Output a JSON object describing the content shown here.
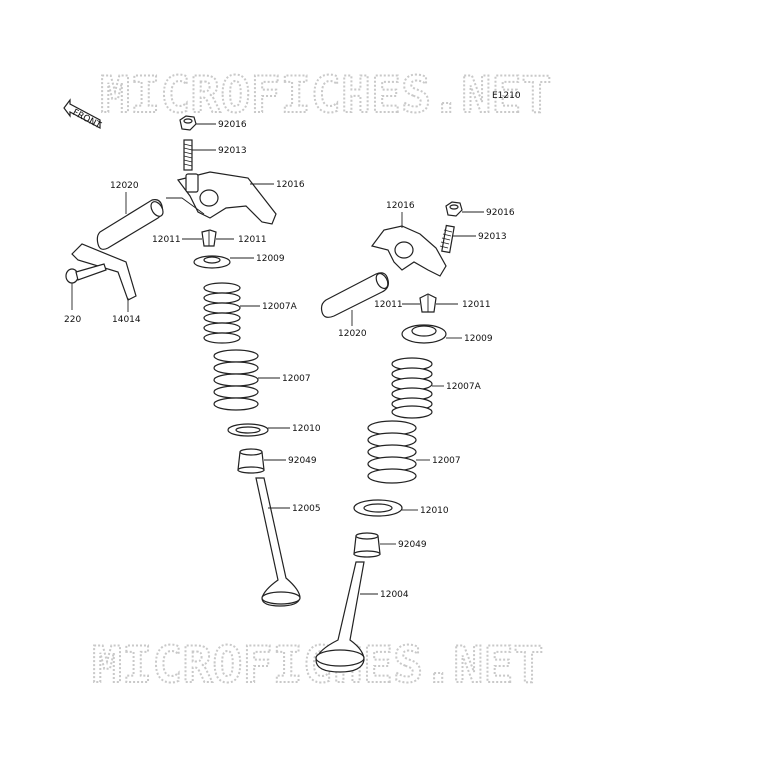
{
  "diagram": {
    "watermark_top": "MICROFICHES.NET",
    "watermark_bottom": "MICROFICHES.NET",
    "figure_code": "E1210",
    "front_badge": "FRONT",
    "left_assembly": {
      "nut": "92016",
      "stud": "92013",
      "rocker_arm": "12016",
      "rocker_shaft": "12020",
      "collet_left": "12011",
      "collet_right": "12011",
      "retainer": "12009",
      "inner_spring": "12007A",
      "outer_spring": "12007",
      "seat": "12010",
      "stem_seal": "92049",
      "valve": "12005",
      "bracket": "14014",
      "bolt": "220"
    },
    "right_assembly": {
      "rocker_arm": "12016",
      "nut": "92016",
      "stud": "92013",
      "collet_left": "12011",
      "collet_right": "12011",
      "rocker_shaft": "12020",
      "retainer": "12009",
      "inner_spring": "12007A",
      "outer_spring": "12007",
      "seat": "12010",
      "stem_seal": "92049",
      "valve": "12004"
    }
  }
}
